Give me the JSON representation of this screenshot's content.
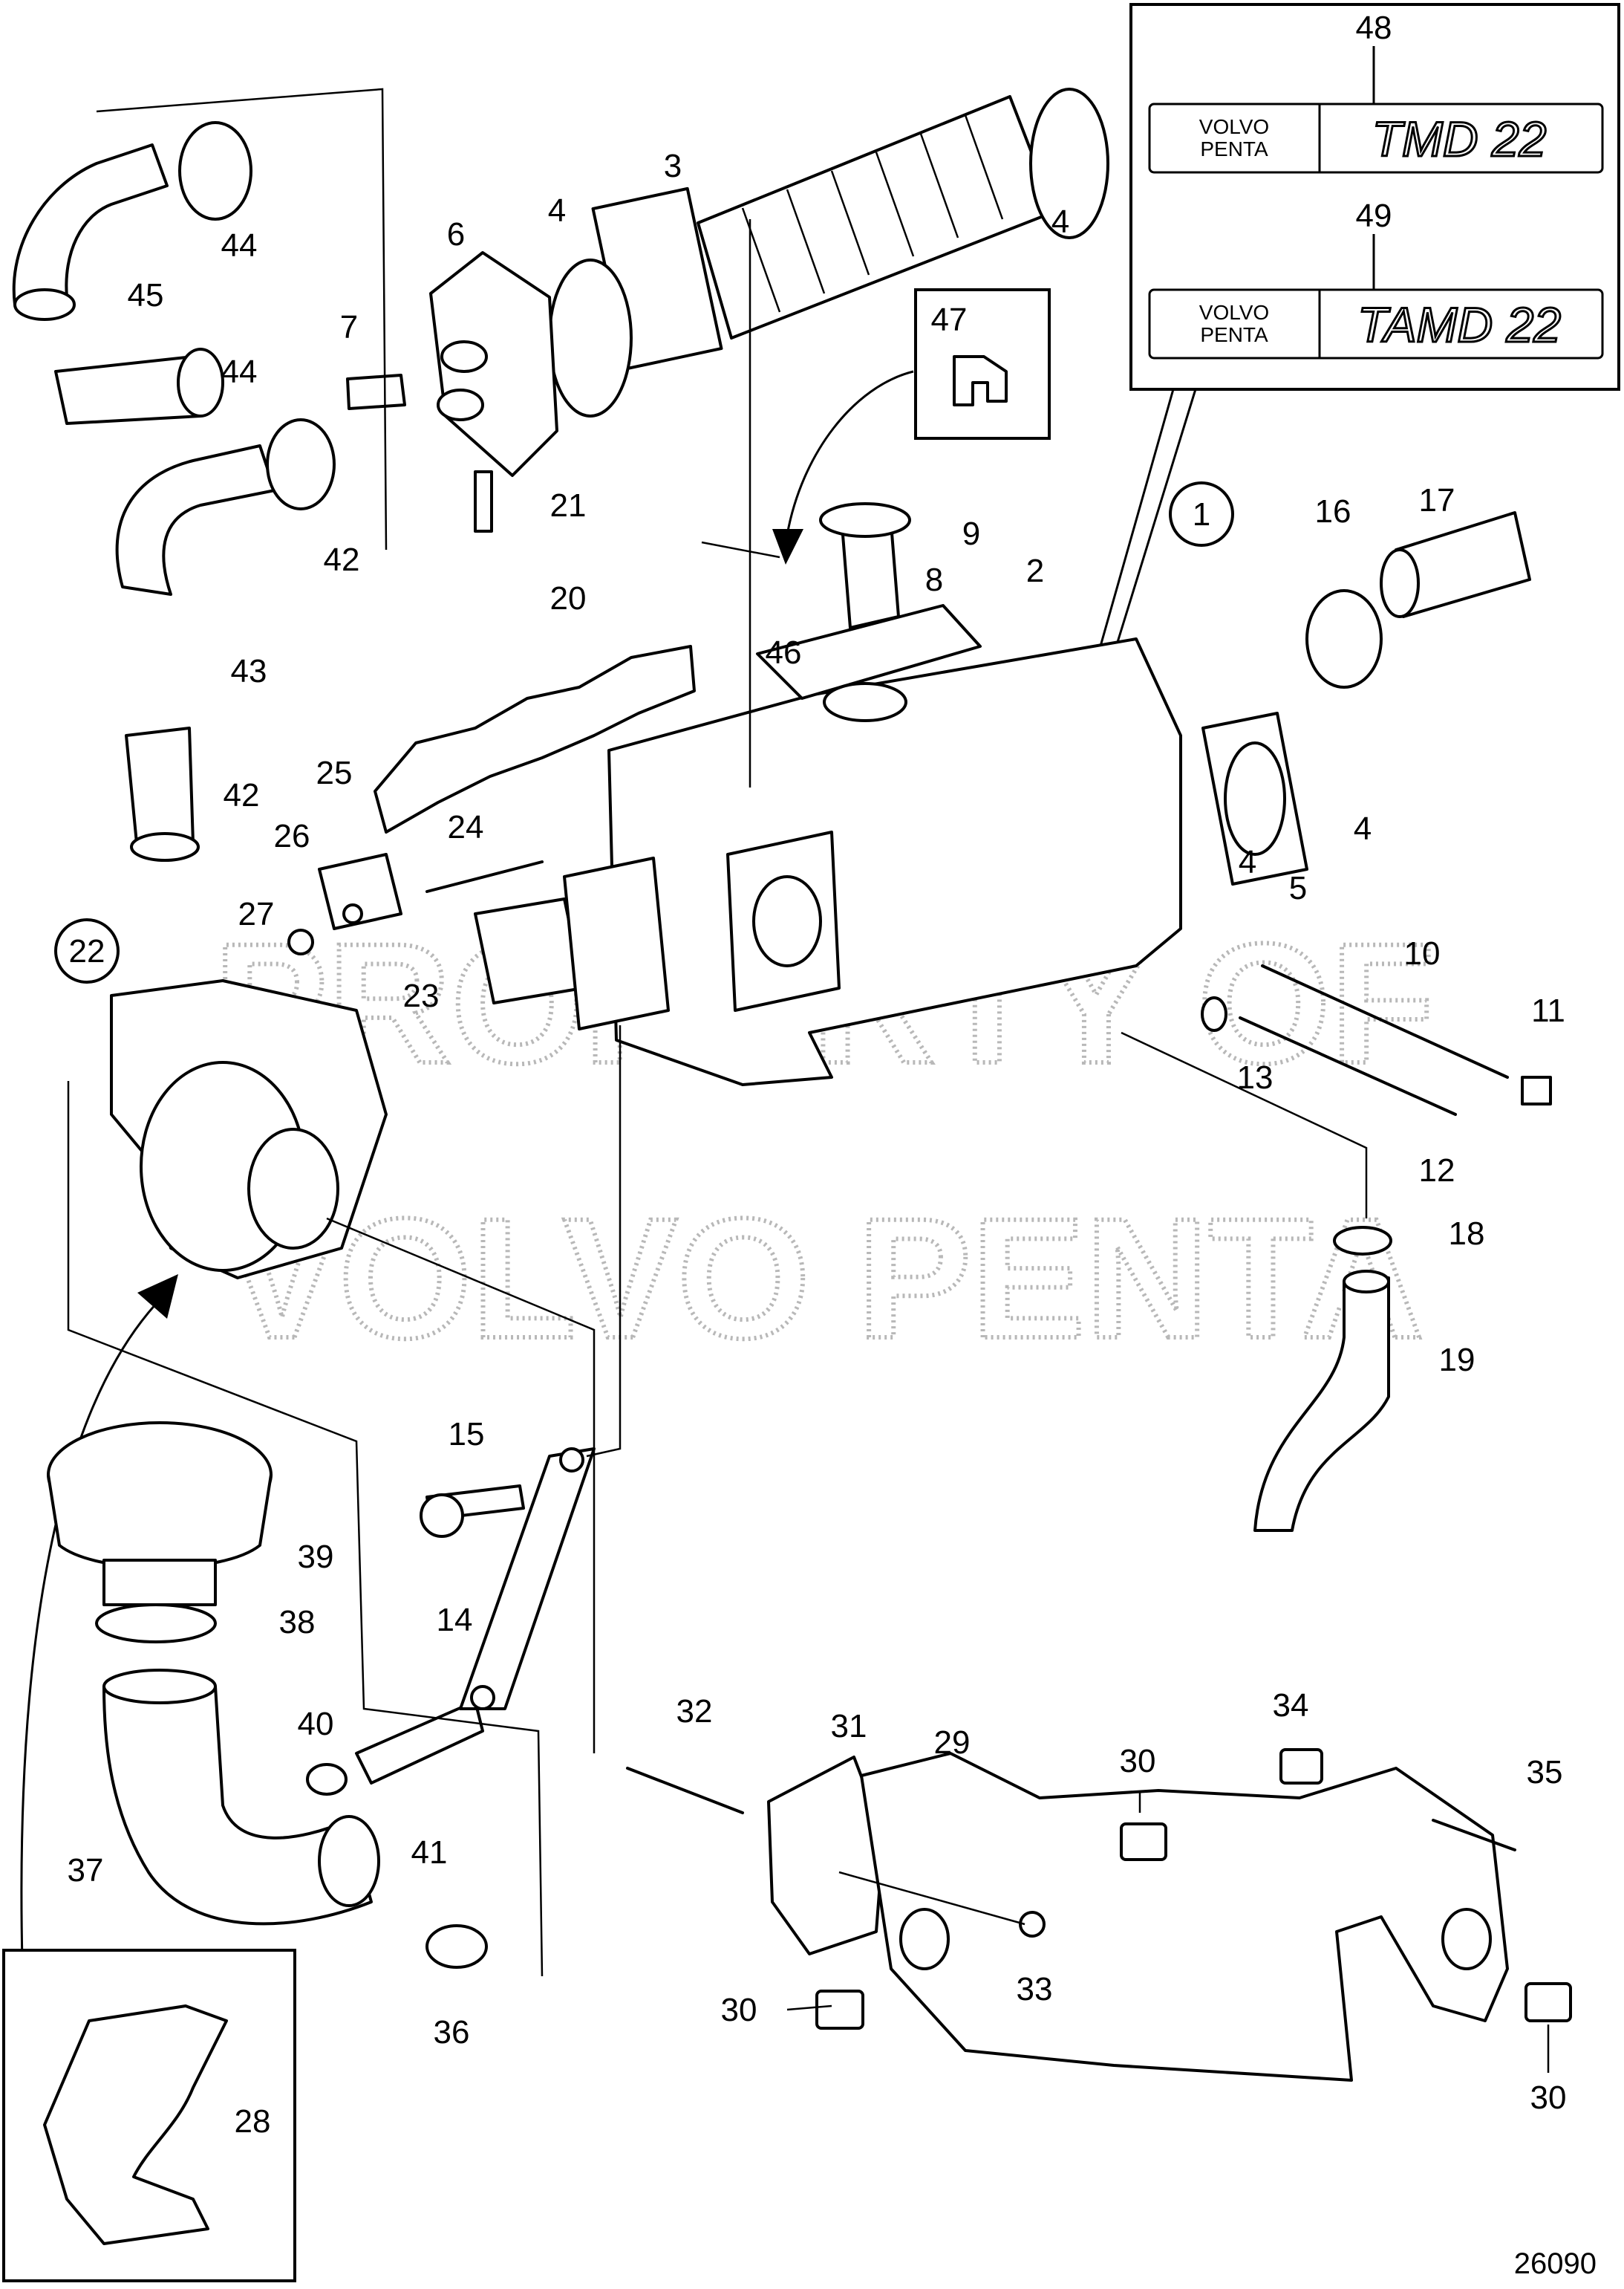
{
  "watermark": {
    "line1": "PROPERTY OF",
    "line2": "VOLVO PENTA"
  },
  "badges": {
    "number_48": "48",
    "number_49": "49",
    "brand_line1": "VOLVO",
    "brand_line2": "PENTA",
    "model_48": "TMD 22",
    "model_49": "TAMD 22"
  },
  "callouts": {
    "c1": "1",
    "c2": "2",
    "c3": "3",
    "c4": "4",
    "c5": "5",
    "c6": "6",
    "c7": "7",
    "c8": "8",
    "c9": "9",
    "c10": "10",
    "c11": "11",
    "c12": "12",
    "c13": "13",
    "c14": "14",
    "c15": "15",
    "c16": "16",
    "c17": "17",
    "c18": "18",
    "c19": "19",
    "c20": "20",
    "c21": "21",
    "c22": "22",
    "c23": "23",
    "c24": "24",
    "c25": "25",
    "c26": "26",
    "c27": "27",
    "c28": "28",
    "c29": "29",
    "c30": "30",
    "c31": "31",
    "c32": "32",
    "c33": "33",
    "c34": "34",
    "c35": "35",
    "c36": "36",
    "c37": "37",
    "c38": "38",
    "c39": "39",
    "c40": "40",
    "c41": "41",
    "c42": "42",
    "c43": "43",
    "c44": "44",
    "c45": "45",
    "c46": "46",
    "c47": "47"
  },
  "figure_number": "26090"
}
